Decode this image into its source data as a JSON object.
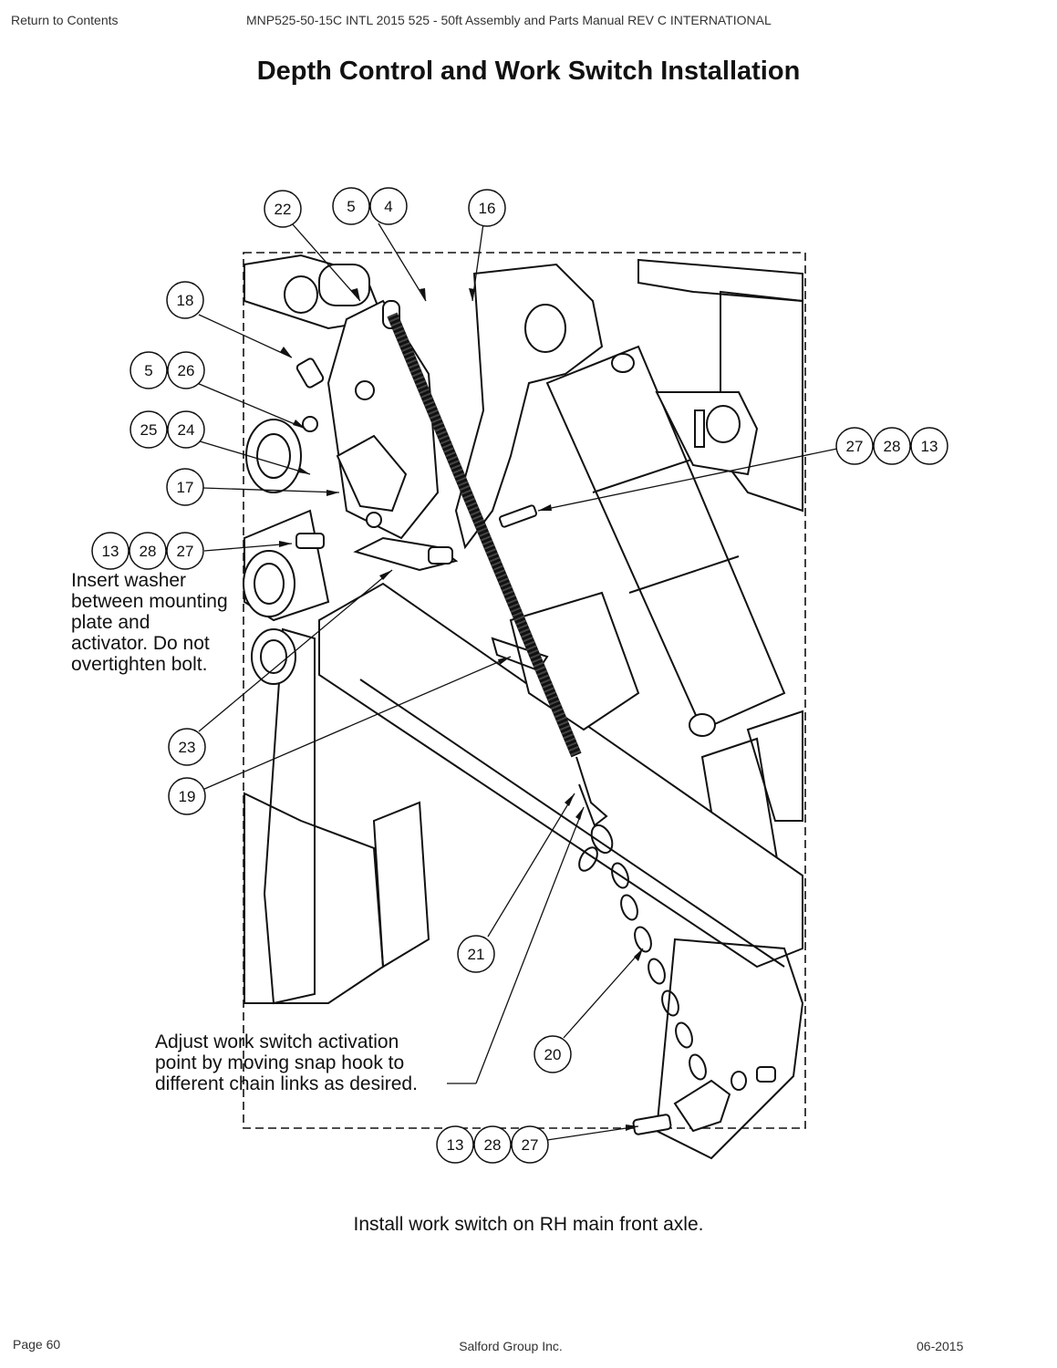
{
  "header": {
    "return_link": "Return to Contents",
    "doc_title": "MNP525-50-15C INTL 2015 525 - 50ft Assembly and Parts Manual REV C INTERNATIONAL"
  },
  "page_title": "Depth Control and Work Switch Installation",
  "callouts": {
    "c22": "22",
    "c5a": "5",
    "c4": "4",
    "c16": "16",
    "c18": "18",
    "c5b": "5",
    "c26": "26",
    "c25": "25",
    "c24": "24",
    "c17": "17",
    "c13a": "13",
    "c28a": "28",
    "c27a": "27",
    "c27b": "27",
    "c28b": "28",
    "c13b": "13",
    "c23": "23",
    "c19": "19",
    "c21": "21",
    "c20": "20",
    "c13c": "13",
    "c28c": "28",
    "c27c": "27"
  },
  "notes": {
    "washer": [
      "Insert washer",
      "between mounting",
      "plate and",
      "activator. Do not",
      "overtighten bolt."
    ],
    "adjust": [
      "Adjust work switch activation",
      "point by moving snap hook to",
      "different chain links as desired."
    ]
  },
  "caption": "Install work switch on RH main front axle.",
  "footer": {
    "page": "Page 60",
    "company": "Salford Group Inc.",
    "date": "06-2015"
  }
}
